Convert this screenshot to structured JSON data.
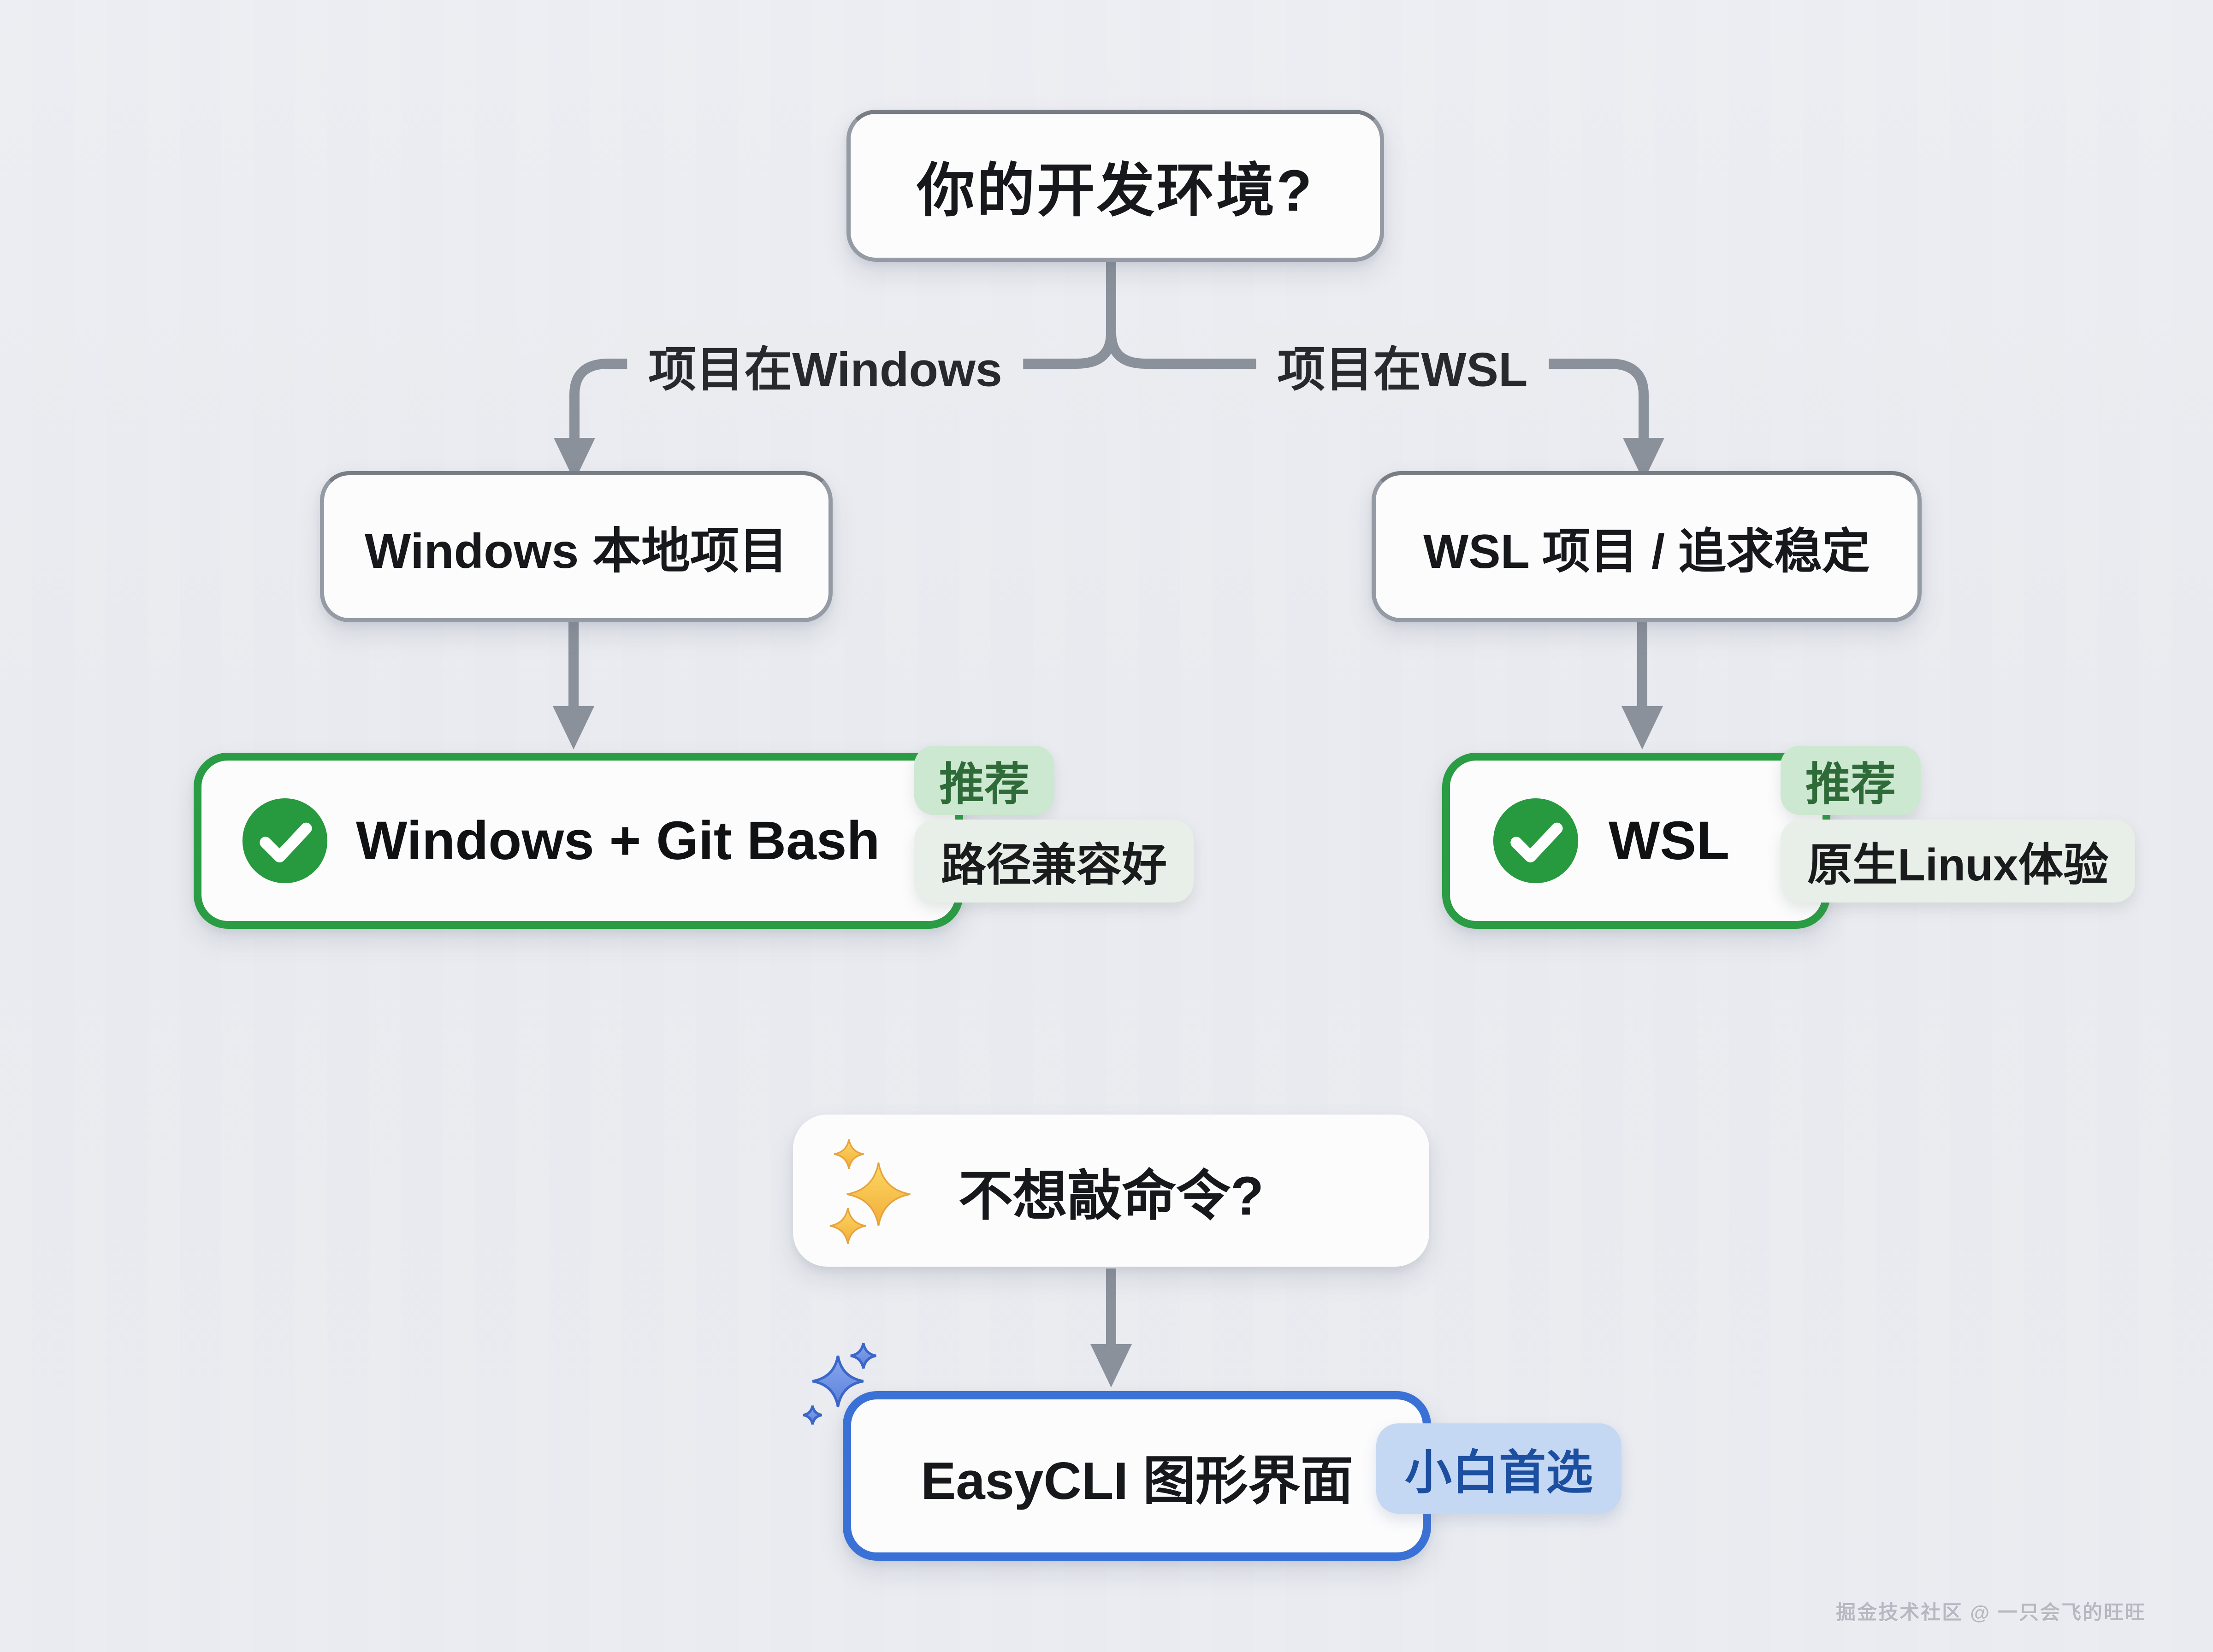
{
  "watermark": "掘金技术社区 @ 一只会飞的旺旺",
  "colors": {
    "background": "#e9ebf0",
    "connector_line": "#8b919b",
    "accent_green": "#2a9c43",
    "accent_blue": "#3a71d6",
    "badge_green_bg": "#cde8d1",
    "badge_green_text": "#2e6b39",
    "badge_note_bg": "#e8efe8",
    "badge_blue_bg": "#c5d8f3",
    "badge_blue_text": "#1d4fa0"
  },
  "flow": {
    "root": {
      "label": "你的开发环境?"
    },
    "left": {
      "condition": "项目在Windows",
      "node": "Windows 本地项目",
      "result": "Windows + Git Bash",
      "badge": "推荐",
      "note": "路径兼容好"
    },
    "right": {
      "condition": "项目在WSL",
      "node": "WSL 项目 / 追求稳定",
      "result": "WSL",
      "badge": "推荐",
      "note": "原生Linux体验"
    },
    "alt": {
      "question": "不想敲命令?",
      "result": "EasyCLI 图形界面",
      "badge": "小白首选"
    }
  },
  "icons": {
    "check": "check-circle-icon",
    "gold_sparkles": "sparkles-emoji",
    "blue_sparkles": "sparkles-decoration"
  }
}
